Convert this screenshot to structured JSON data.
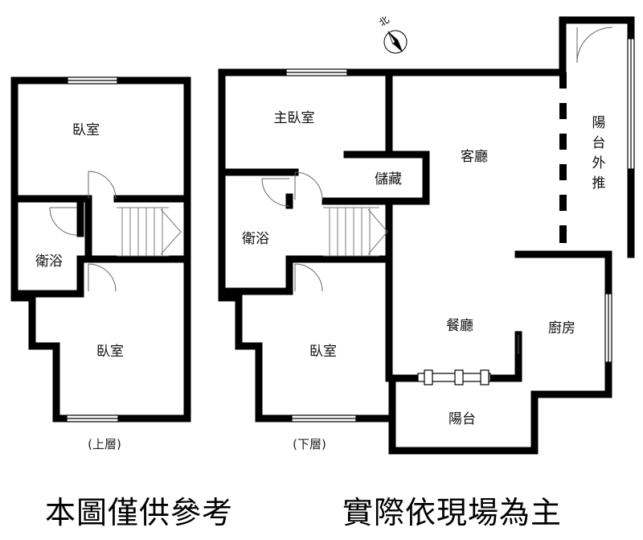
{
  "compass": {
    "label": "北"
  },
  "upper_floor": {
    "floor_label": "(上層)",
    "rooms": {
      "bedroom_top": "臥室",
      "bathroom": "衛浴",
      "bedroom_bottom": "臥室"
    }
  },
  "lower_floor": {
    "floor_label": "(下層)",
    "rooms": {
      "master_bedroom": "主臥室",
      "storage": "儲藏",
      "living_room": "客廳",
      "balcony_ext_chars": [
        "陽",
        "台",
        "外",
        "推"
      ],
      "bathroom": "衛浴",
      "dining_room": "餐廳",
      "kitchen": "廚房",
      "bedroom": "臥室",
      "balcony": "陽台"
    }
  },
  "disclaimer": {
    "left": "本圖僅供參考",
    "right": "實際依現場為主"
  }
}
